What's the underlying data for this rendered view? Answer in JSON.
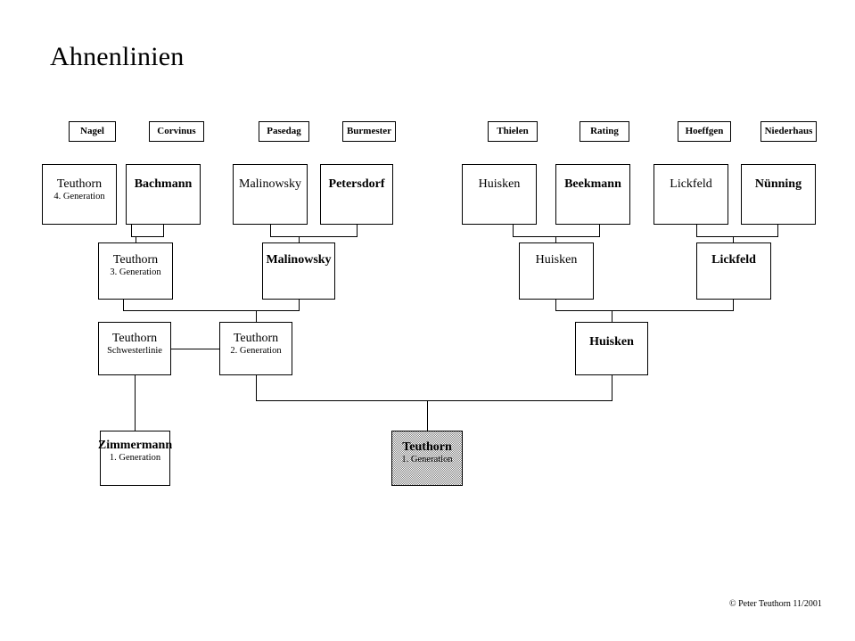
{
  "page": {
    "title": "Ahnenlinien",
    "footer": "© Peter Teuthorn 11/2001",
    "background": "#ffffff",
    "line_color": "#000000",
    "highlight_fill": "#808080"
  },
  "ancestor_row": [
    {
      "label": "Nagel"
    },
    {
      "label": "Corvinus"
    },
    {
      "label": "Pasedag"
    },
    {
      "label": "Burmester"
    },
    {
      "label": "Thielen"
    },
    {
      "label": "Rating"
    },
    {
      "label": "Hoeffgen"
    },
    {
      "label": "Niederhaus"
    }
  ],
  "generation_4": [
    {
      "name": "Teuthorn",
      "sub": "4. Generation"
    },
    {
      "name": "Bachmann",
      "sub": ""
    },
    {
      "name": "Malinowsky",
      "sub": ""
    },
    {
      "name": "Petersdorf",
      "sub": ""
    },
    {
      "name": "Huisken",
      "sub": ""
    },
    {
      "name": "Beekmann",
      "sub": ""
    },
    {
      "name": "Lickfeld",
      "sub": ""
    },
    {
      "name": "Nünning",
      "sub": ""
    }
  ],
  "generation_3": [
    {
      "name": "Teuthorn",
      "sub": "3. Generation"
    },
    {
      "name": "Malinowsky",
      "sub": ""
    },
    {
      "name": "Huisken",
      "sub": ""
    },
    {
      "name": "Lickfeld",
      "sub": ""
    }
  ],
  "generation_2": [
    {
      "name": "Teuthorn",
      "sub": "Schwesterlinie"
    },
    {
      "name": "Teuthorn",
      "sub": "2. Generation"
    },
    {
      "name": "Huisken",
      "sub": ""
    }
  ],
  "generation_1": [
    {
      "name": "Zimmermann",
      "sub": "1. Generation"
    },
    {
      "name": "Teuthorn",
      "sub": "1. Generation"
    }
  ]
}
